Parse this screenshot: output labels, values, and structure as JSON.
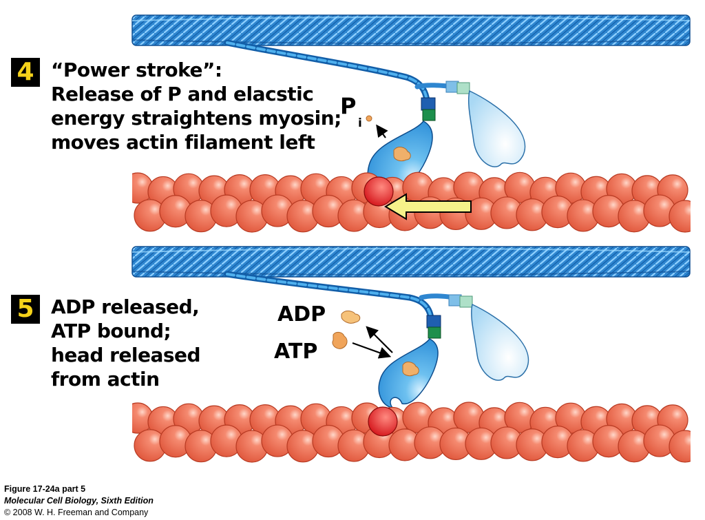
{
  "panels": [
    {
      "step_number": "4",
      "text_lines": [
        "“Power stroke”:",
        "Release of P and elacstic",
        "energy straightens myosin;",
        "moves actin filament left"
      ],
      "labels": {
        "main": "P",
        "subscript": "i"
      }
    },
    {
      "step_number": "5",
      "text_lines": [
        "ADP released,",
        "ATP bound;",
        "head released",
        "from actin"
      ],
      "labels": {
        "adp": "ADP",
        "atp": "ATP"
      }
    }
  ],
  "caption": {
    "figure": "Figure 17-24a part 5",
    "book": "Molecular Cell Biology, Sixth Edition",
    "copyright": "© 2008 W. H. Freeman and Company"
  },
  "colors": {
    "actin": "#ee6b50",
    "actin_highlight": "#ffd2c4",
    "actin_outline": "#b73a22",
    "binding_site": "#e0231f",
    "thick_filament": "#2e86d0",
    "thick_filament_dark": "#125ea8",
    "myosin_head": "#3a9de0",
    "myosin_head_inactive": "#b9def5",
    "nucleotide": "#f0a45a",
    "arrow_fill": "#f6f28a",
    "step_badge_text": "#f5d21a"
  }
}
